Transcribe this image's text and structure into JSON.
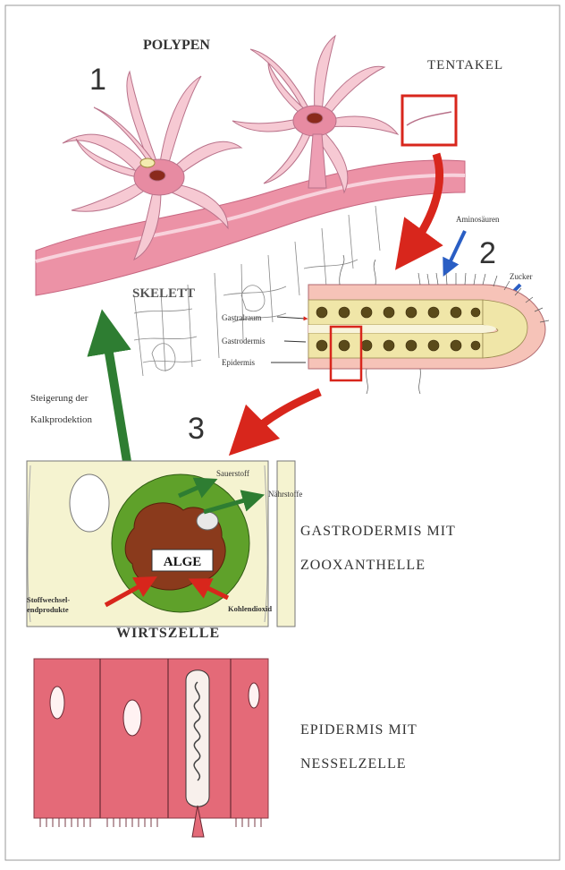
{
  "labels": {
    "polypen": "POLYPEN",
    "tentakel": "TENTAKEL",
    "skelett": "SKELETT",
    "num1": "1",
    "num2": "2",
    "num3": "3",
    "aminosaeuren": "Aminosäuren",
    "zucker": "Zucker",
    "gastralraum": "Gastralraum",
    "gastrodermis_small": "Gastrodermis",
    "epidermis_small": "Epidermis",
    "steigerung_1": "Steigerung der",
    "steigerung_2": "Kalkprodektion",
    "sauerstoff": "Sauerstoff",
    "naehrstoffe": "Nährstoffe",
    "alge": "ALGE",
    "stoffwechsel_1": "Stoffwechsel-",
    "stoffwechsel_2": "endprodukte",
    "kohlendioxid": "Kohlendioxid",
    "wirtszelle": "WIRTSZELLE",
    "gastro_title_1": "GASTRODERMIS MIT",
    "gastro_title_2": "ZOOXANTHELLE",
    "epi_title_1": "EPIDERMIS MIT",
    "epi_title_2": "NESSELZELLE"
  },
  "colors": {
    "arrow_red": "#d8261c",
    "arrow_green": "#2e7d32",
    "arrow_blue": "#2a5ec4",
    "polyp_pink": "#f2a7b6",
    "tissue_pink": "#e98a9a",
    "gastro_yellow": "#f4f0c4",
    "alga_green": "#5fa12a",
    "alga_brown": "#8a3a1c",
    "epidermis_red": "#e0606a"
  }
}
